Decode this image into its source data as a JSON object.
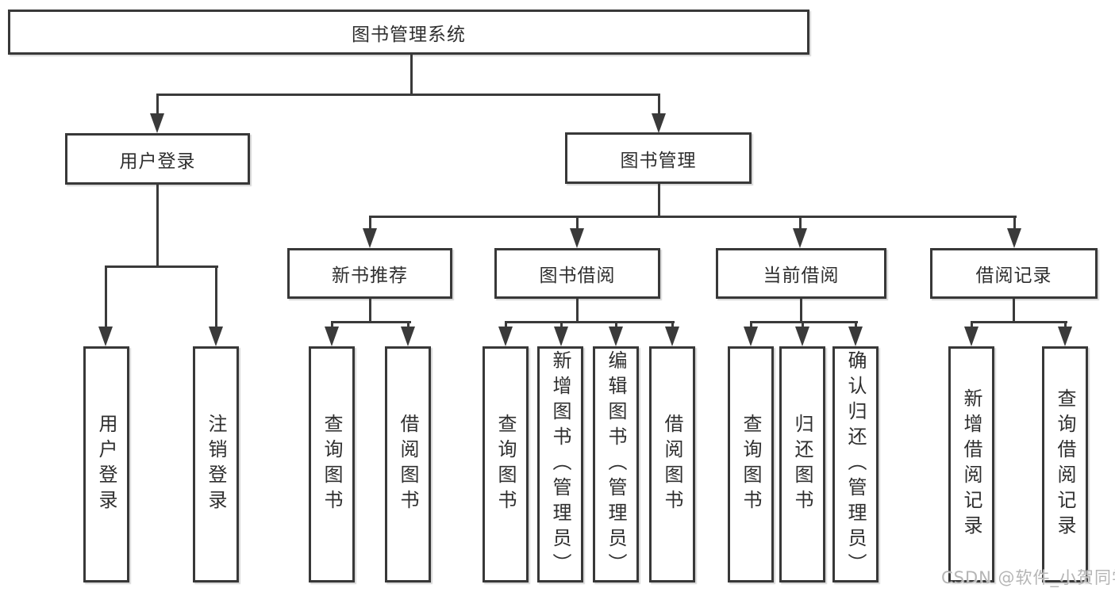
{
  "root": {
    "label": "图书管理系统"
  },
  "level2": {
    "user_login": {
      "label": "用户登录"
    },
    "book_management": {
      "label": "图书管理"
    }
  },
  "level3": {
    "new_book_recommend": {
      "label": "新书推荐"
    },
    "book_borrowing": {
      "label": "图书借阅"
    },
    "current_borrowing": {
      "label": "当前借阅"
    },
    "borrowing_records": {
      "label": "借阅记录"
    }
  },
  "leaves": {
    "user_login": {
      "label": "用户登录"
    },
    "logout_login": {
      "label": "注销登录"
    },
    "recommend_query_books": {
      "label": "查询图书"
    },
    "recommend_borrow_books": {
      "label": "借阅图书"
    },
    "borrowing_query_books": {
      "label": "查询图书"
    },
    "borrowing_add_books_admin": {
      "label": "新增图书（管理员）"
    },
    "borrowing_edit_books_admin": {
      "label": "编辑图书（管理员）"
    },
    "borrowing_borrow_books": {
      "label": "借阅图书"
    },
    "current_query_books": {
      "label": "查询图书"
    },
    "current_return_books": {
      "label": "归还图书"
    },
    "current_confirm_return_admin": {
      "label": "确认归还（管理员）"
    },
    "records_add_record": {
      "label": "新增借阅记录"
    },
    "records_query_record": {
      "label": "查询借阅记录"
    }
  },
  "watermark": {
    "text": "CSDN @软件_小贺同学"
  },
  "colors": {
    "line": "#3a3a3a",
    "border": "#383838",
    "text": "#2f2f2f",
    "watermark": "#b5b5b5",
    "background": "#ffffff"
  }
}
